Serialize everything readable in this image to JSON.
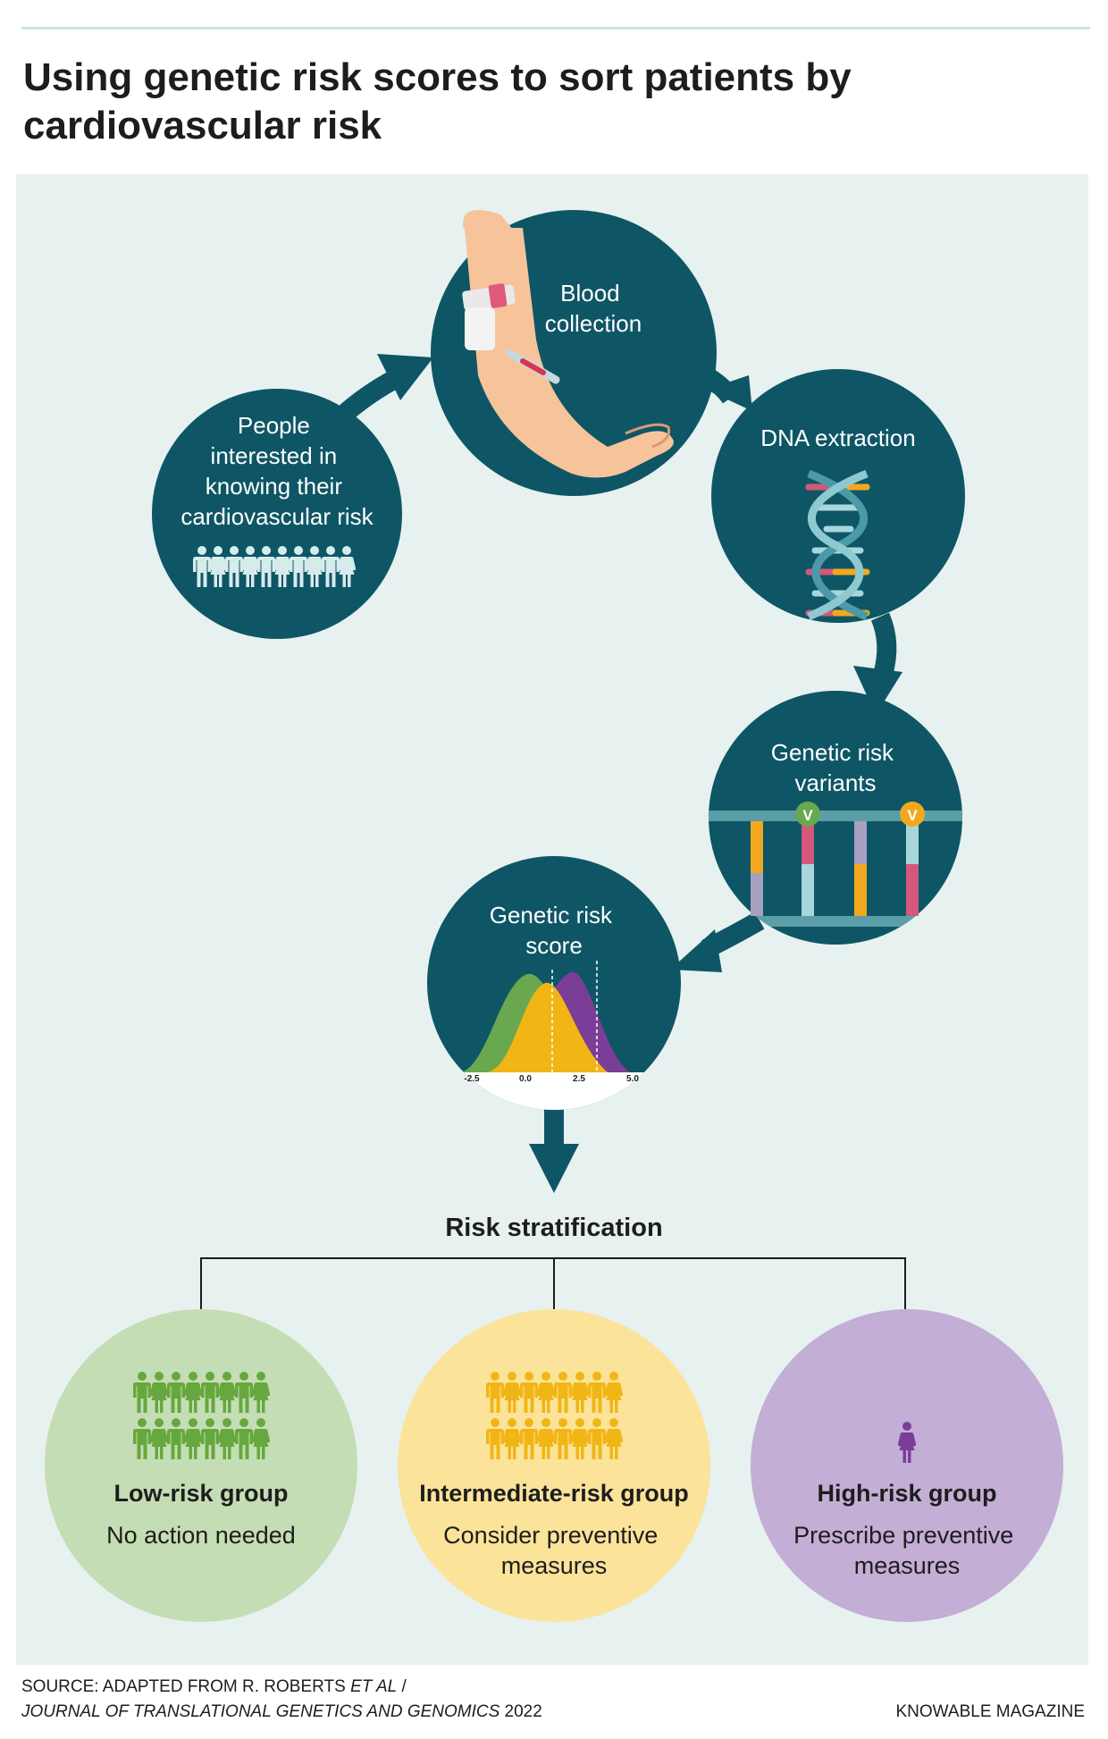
{
  "title": "Using genetic risk scores to sort patients by cardiovascular risk",
  "steps": {
    "people": [
      "People",
      "interested in",
      "knowing their",
      "cardiovascular risk"
    ],
    "blood": [
      "Blood",
      "collection"
    ],
    "dna": [
      "DNA extraction"
    ],
    "variants": [
      "Genetic risk",
      "variants"
    ],
    "score": [
      "Genetic risk",
      "score"
    ]
  },
  "variant_marker": "V",
  "score_axis_ticks": [
    "-2.5",
    "0.0",
    "2.5",
    "5.0"
  ],
  "stratification_title": "Risk stratification",
  "groups": [
    {
      "title": "Low-risk group",
      "sub": [
        "No action needed"
      ]
    },
    {
      "title": "Intermediate-risk group",
      "sub": [
        "Consider preventive",
        "measures"
      ]
    },
    {
      "title": "High-risk group",
      "sub": [
        "Prescribe preventive",
        "measures"
      ]
    }
  ],
  "source": {
    "line1_prefix": "SOURCE: ADAPTED FROM R. ROBERTS ",
    "line1_italic": "ET AL",
    "line1_suffix": " /",
    "line2_italic": "JOURNAL OF TRANSLATIONAL GENETICS AND GENOMICS",
    "line2_suffix": " 2022"
  },
  "credit": "KNOWABLE MAGAZINE",
  "colors": {
    "teal": "#0e5665",
    "panel": "#e7f1f0",
    "low_fill": "#c5ddb4",
    "low_people": "#66a83e",
    "mid_fill": "#fbe39a",
    "mid_people": "#f1b615",
    "high_fill": "#c3aed5",
    "high_people": "#7a3e98"
  }
}
